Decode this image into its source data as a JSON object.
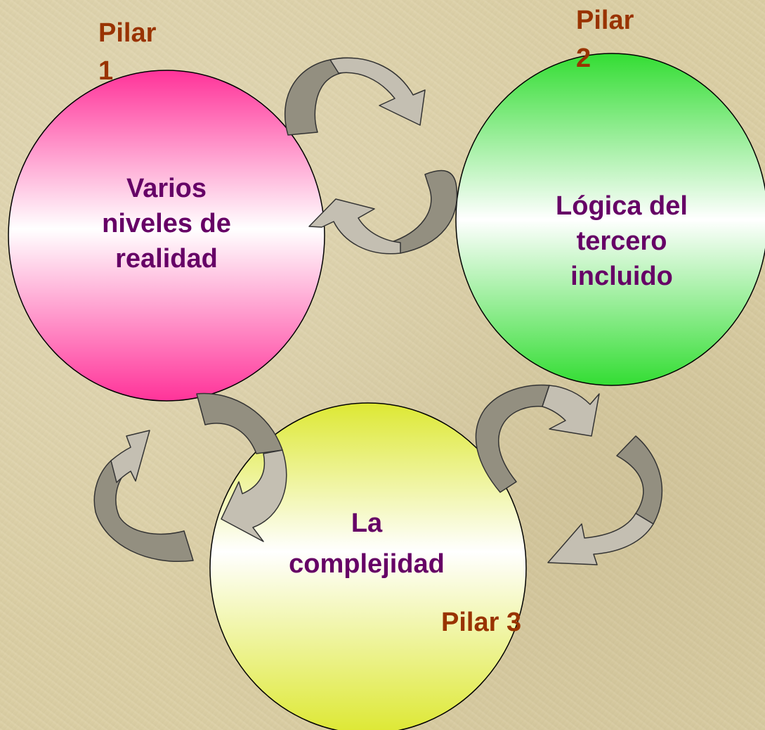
{
  "pillars": [
    {
      "label": "Pilar\n1",
      "text": "Varios\nniveles de\nrealidad",
      "color": "#ff3399"
    },
    {
      "label": "Pilar\n2",
      "text": "Lógica del\ntercero\nincluido",
      "color": "#33dd33"
    },
    {
      "label": "Pilar 3",
      "text": "La\ncomplejidad",
      "color": "#dde833"
    }
  ],
  "colors": {
    "circle_text": "#660066",
    "pillar_label": "#993300",
    "arrow_fill": "#c4bfb2",
    "arrow_shade": "#938f80"
  },
  "icons": [
    "curved-arrow-icon"
  ]
}
